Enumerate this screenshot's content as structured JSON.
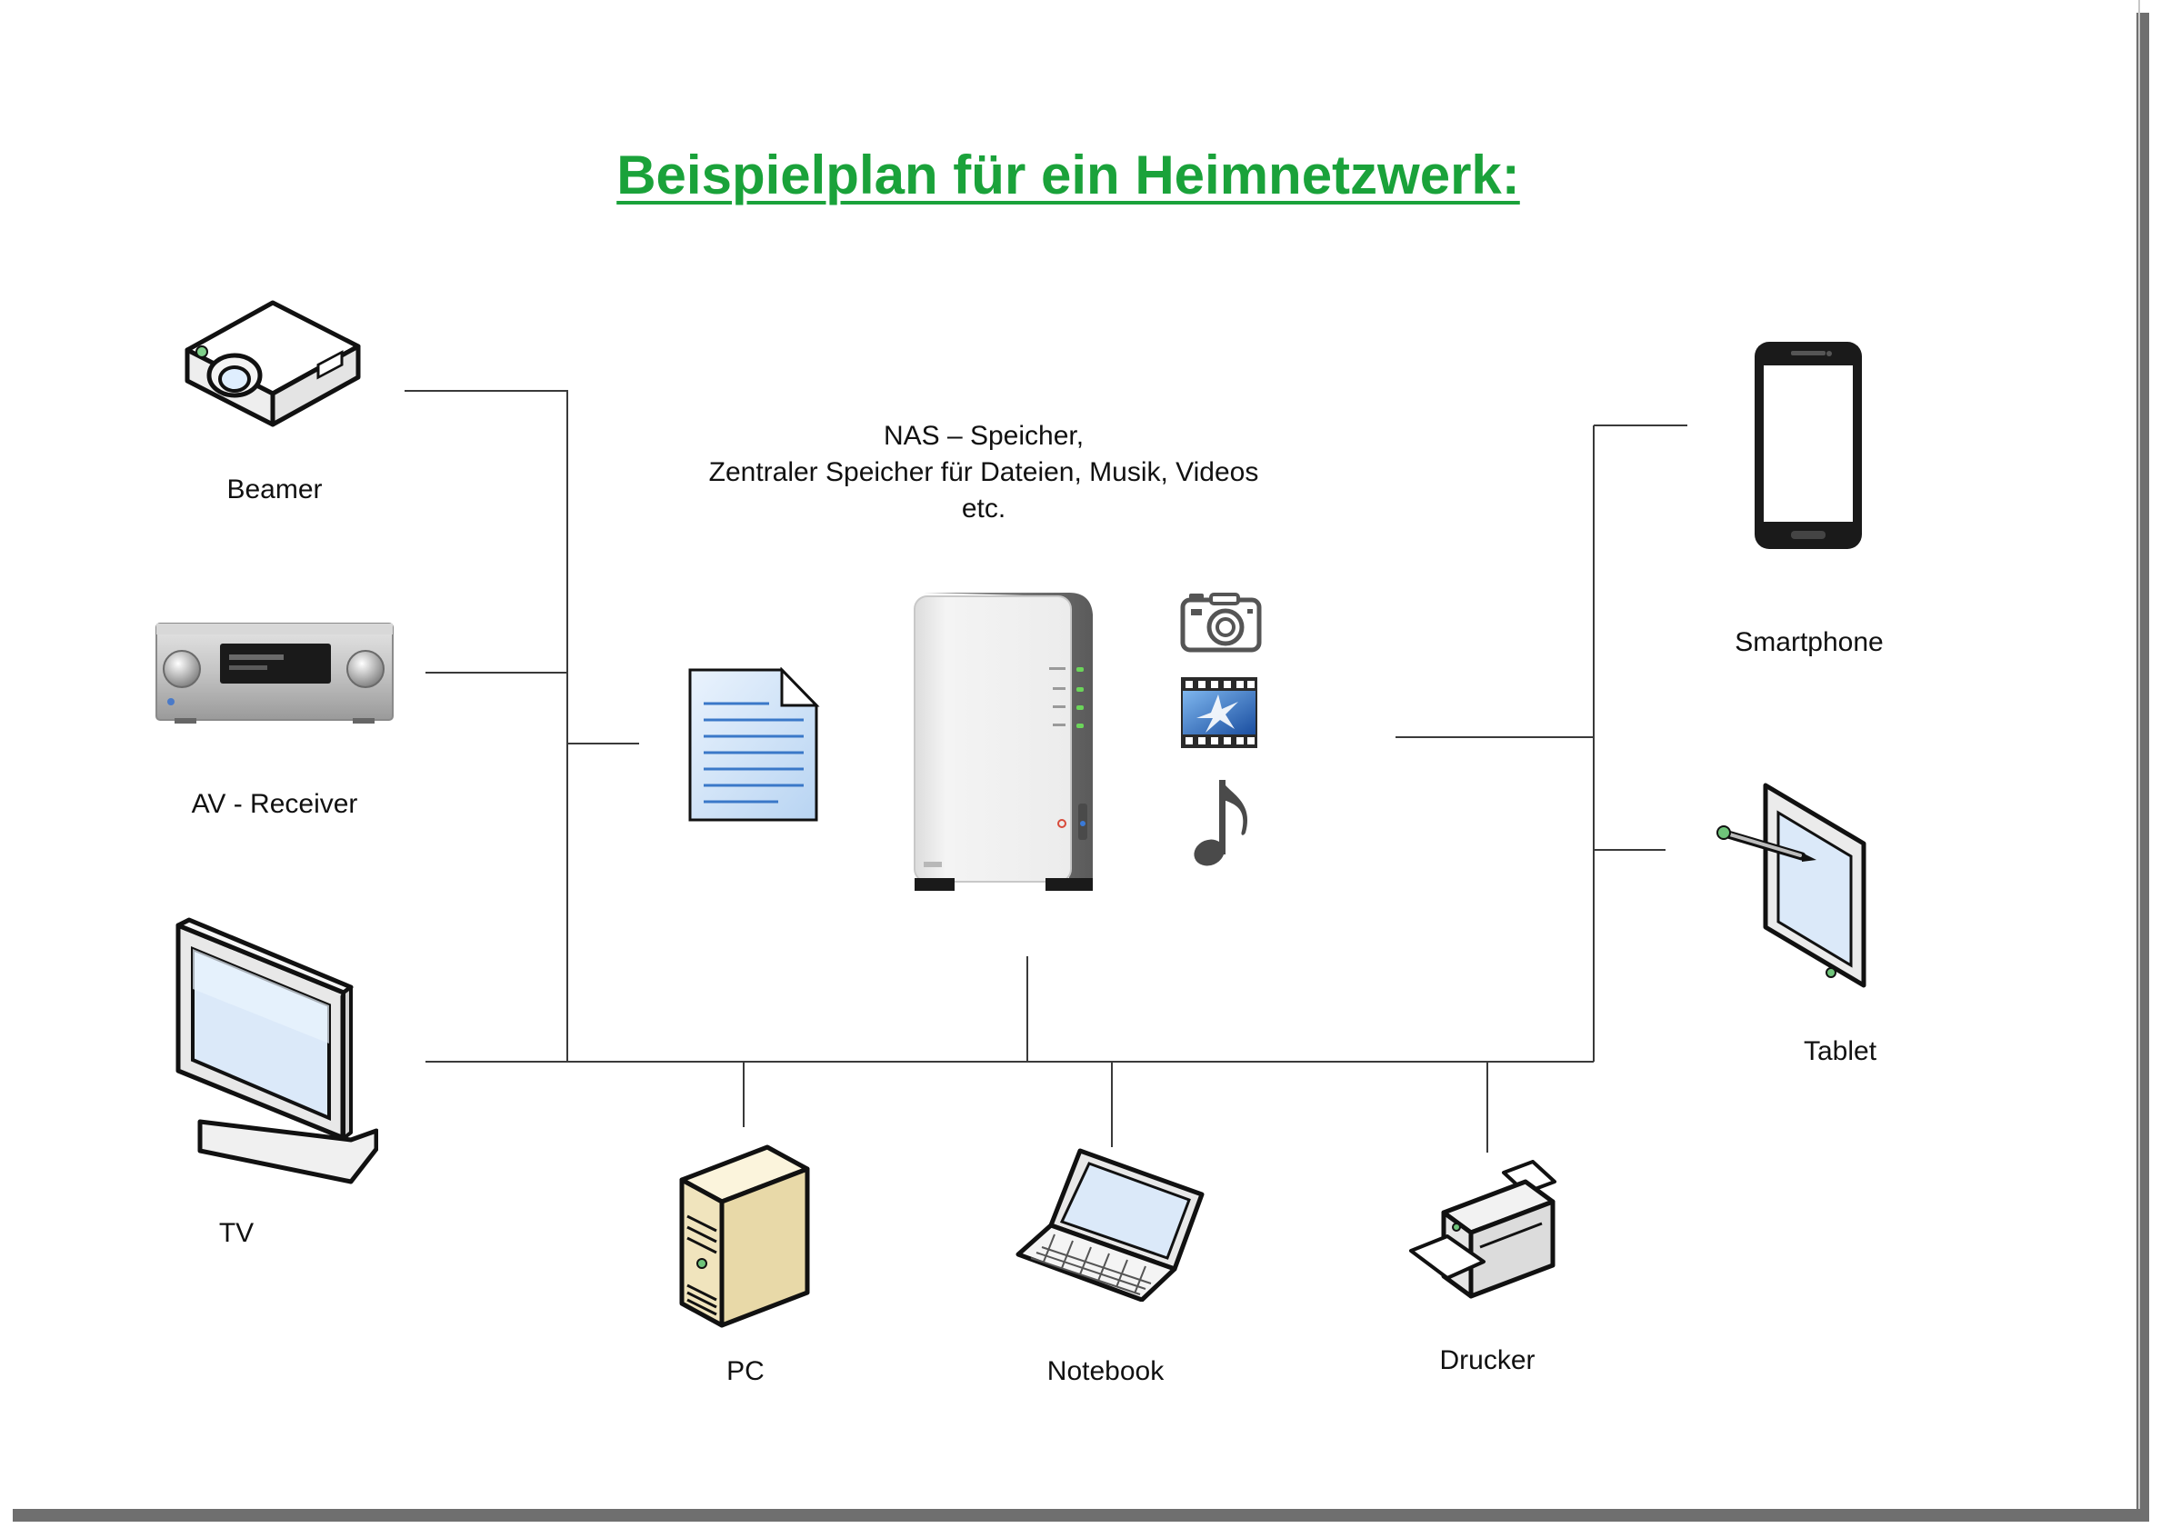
{
  "title": "Beispielplan für ein Heimnetzwerk:",
  "title_color": "#1aa23a",
  "nas": {
    "line1": "NAS – Speicher,",
    "line2": "Zentraler Speicher für Dateien, Musik, Videos",
    "line3": "etc."
  },
  "devices": {
    "beamer": "Beamer",
    "av_receiver": "AV - Receiver",
    "tv": "TV",
    "pc": "PC",
    "notebook": "Notebook",
    "drucker": "Drucker",
    "smartphone": "Smartphone",
    "tablet": "Tablet"
  },
  "icons": [
    "projector-icon",
    "av-receiver-icon",
    "tv-icon",
    "pc-tower-icon",
    "laptop-icon",
    "printer-icon",
    "smartphone-icon",
    "tablet-icon",
    "document-icon",
    "nas-icon",
    "camera-icon",
    "film-icon",
    "music-note-icon"
  ]
}
